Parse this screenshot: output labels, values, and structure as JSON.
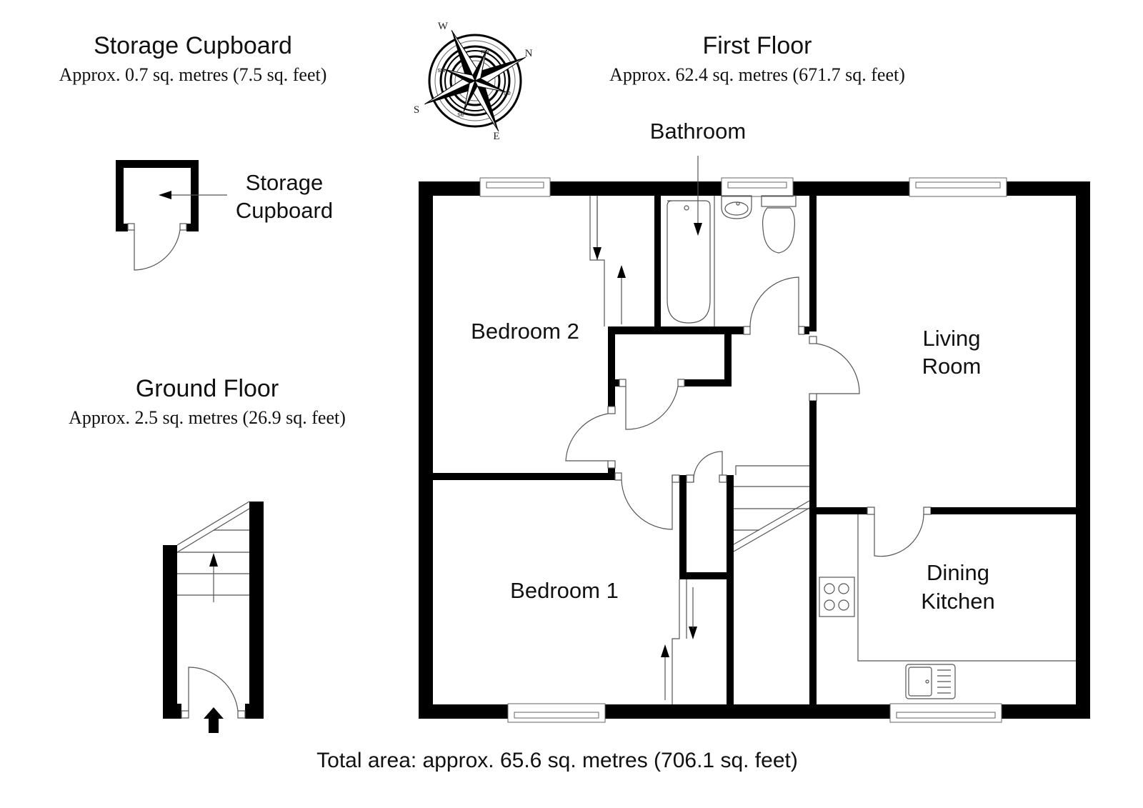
{
  "floors": {
    "storage_cupboard": {
      "title": "Storage Cupboard",
      "area": "Approx. 0.7 sq. metres (7.5 sq. feet)"
    },
    "first_floor": {
      "title": "First Floor",
      "area": "Approx. 62.4 sq. metres (671.7 sq. feet)"
    },
    "ground_floor": {
      "title": "Ground Floor",
      "area": "Approx. 2.5 sq. metres (26.9 sq. feet)"
    }
  },
  "rooms": {
    "storage_line1": "Storage",
    "storage_line2": "Cupboard",
    "bathroom": "Bathroom",
    "bedroom2": "Bedroom 2",
    "bedroom1": "Bedroom 1",
    "living_line1": "Living",
    "living_line2": "Room",
    "dining_line1": "Dining",
    "dining_line2": "Kitchen"
  },
  "compass": {
    "icon": "compass-rose-icon",
    "N": "N",
    "S": "S",
    "E": "E",
    "W": "W",
    "nw": "nw",
    "ne": "ne",
    "sw": "sw",
    "se": "se"
  },
  "footer": {
    "total_area": "Total area: approx. 65.6 sq. metres (706.1 sq. feet)"
  },
  "colors": {
    "wall": "#000000",
    "fixture_line": "#555555",
    "background": "#ffffff"
  }
}
